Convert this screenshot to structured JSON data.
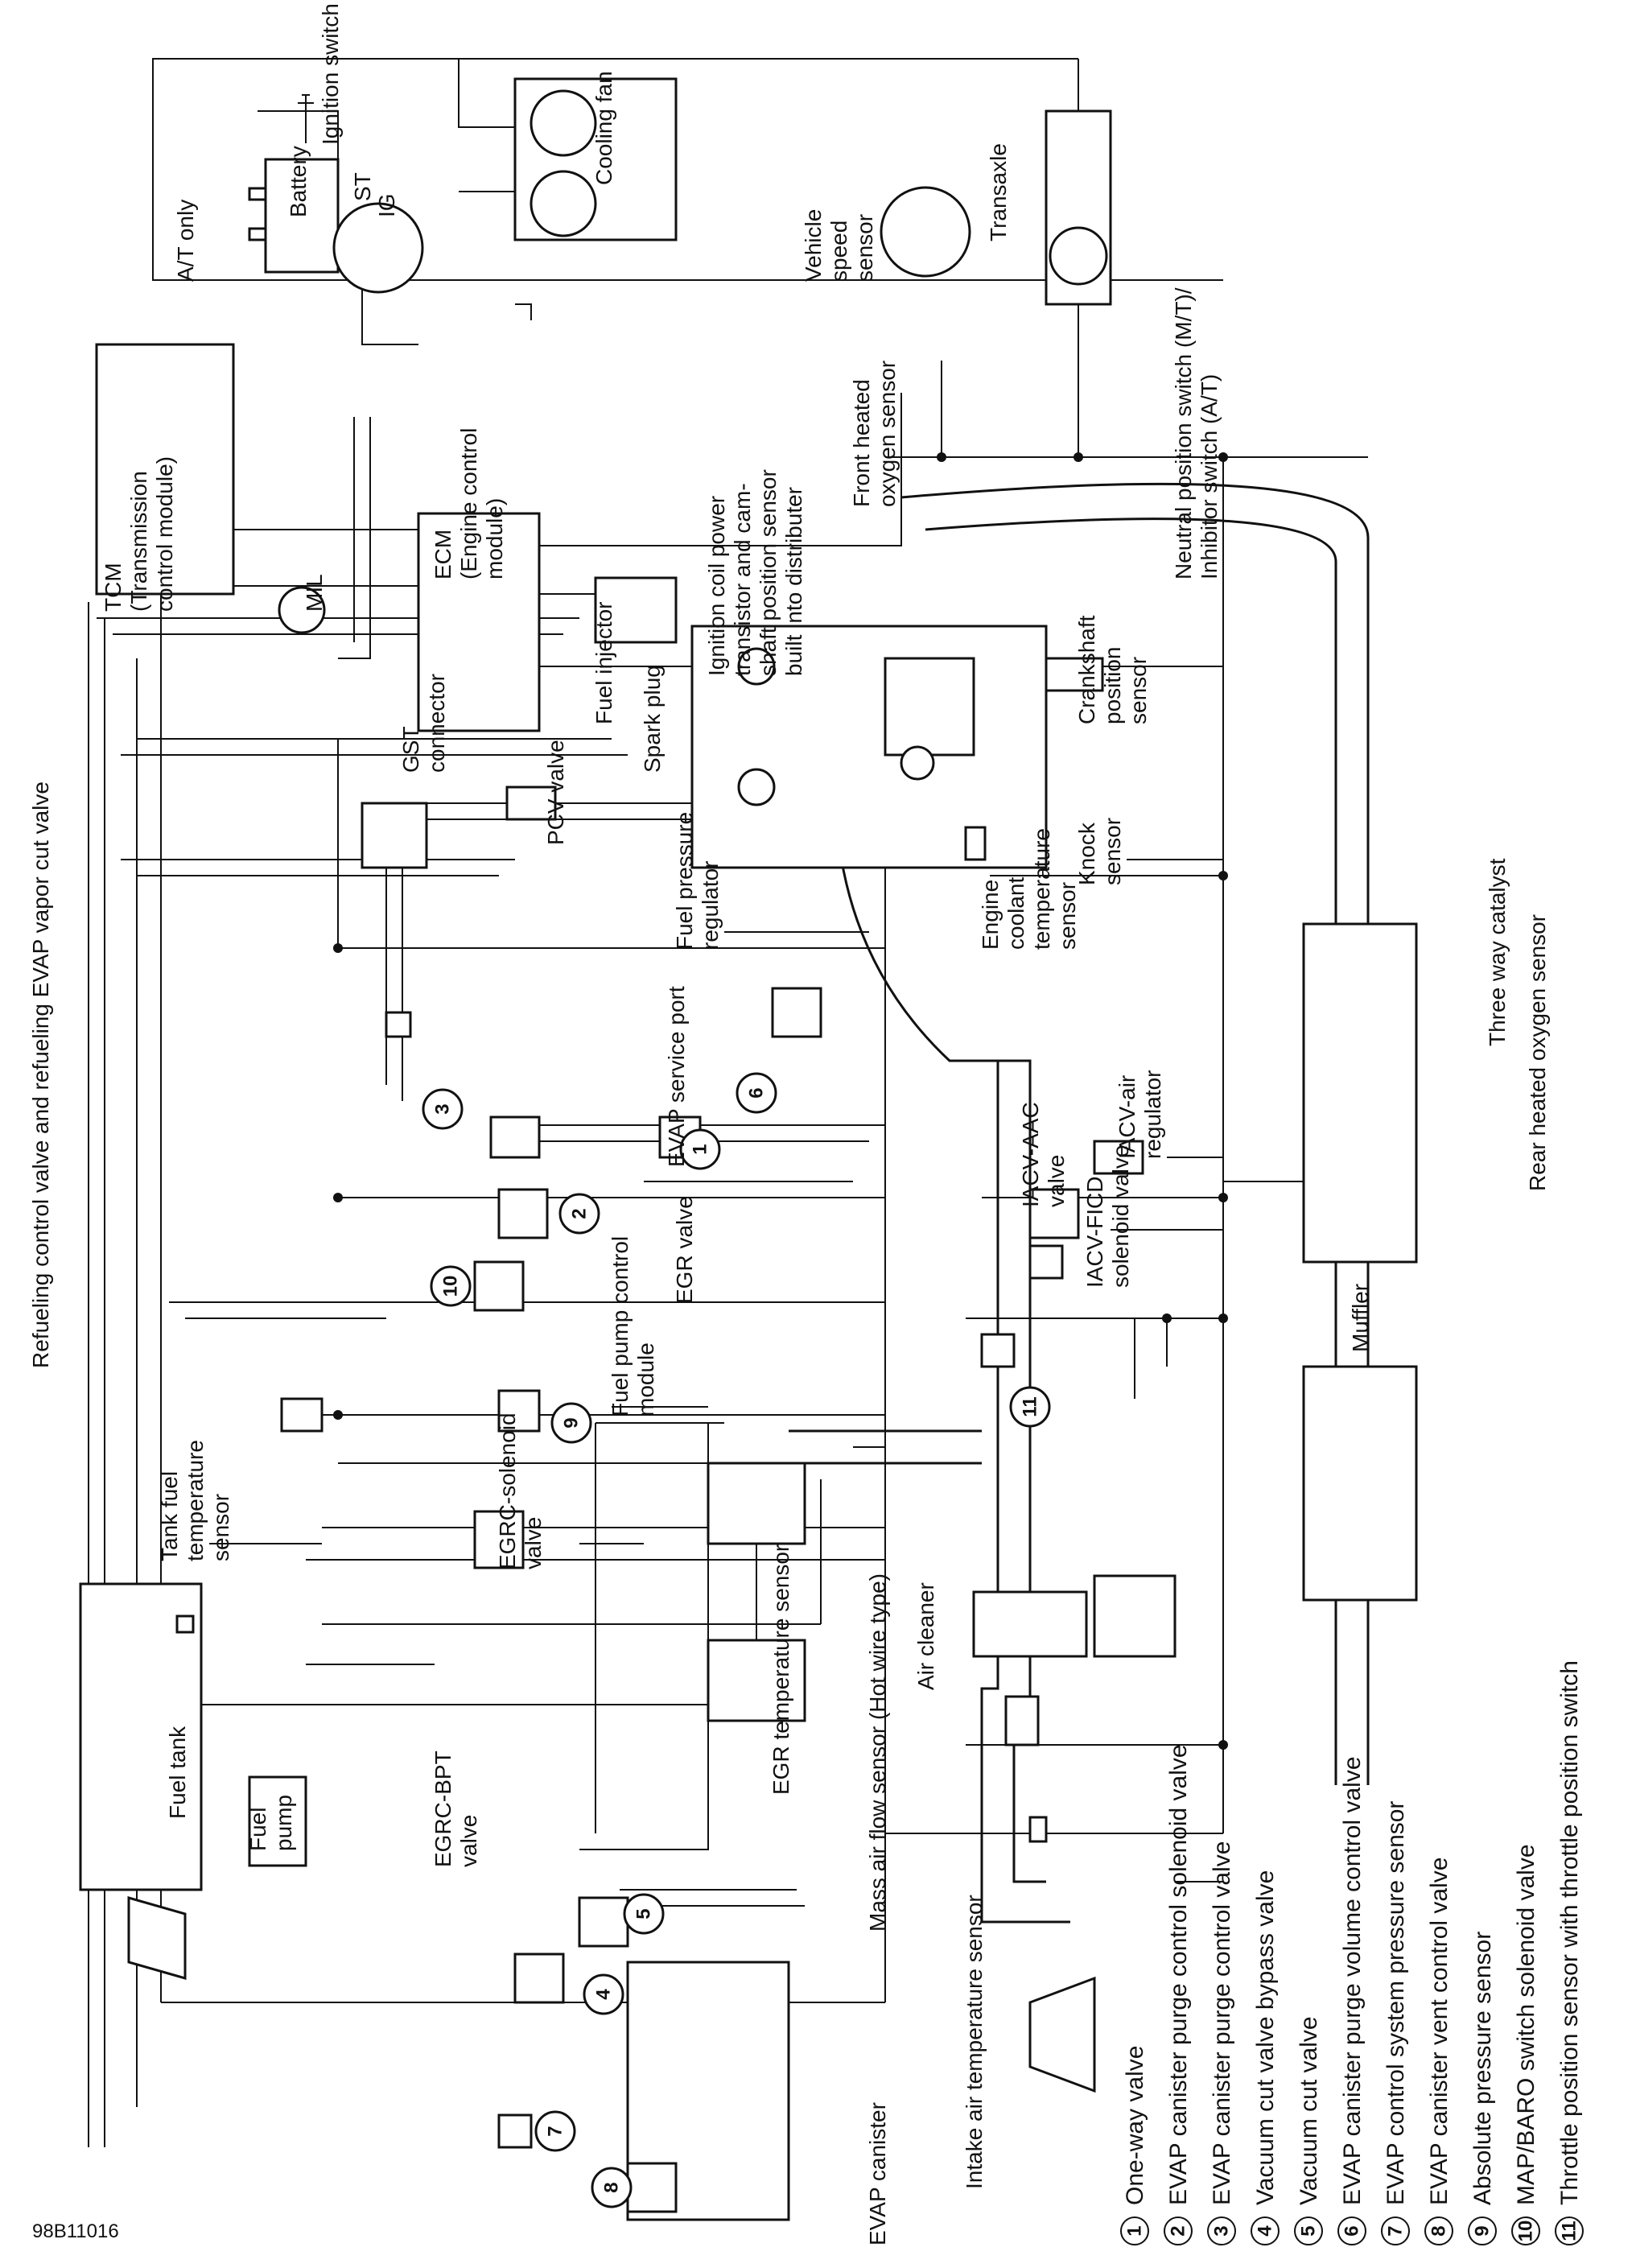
{
  "figure_code": "98B11016",
  "labels": {
    "tcm": "TCM\n(Transmission\ncontrol module)",
    "at_only": "A/T only",
    "battery": "Battery",
    "ignition_switch": "Ignition switch",
    "st": "ST",
    "ig": "IG",
    "cooling_fan": "Cooling fan",
    "vehicle_speed_sensor": "Vehicle\nspeed\nsensor",
    "transaxle": "Transaxle",
    "neutral_switch": "Neutral position switch (M/T)/\nInhibitor switch (A/T)",
    "mil": "MIL",
    "ecm": "ECM\n(Engine control\nmodule)",
    "ignition_coil": "Ignition coil power\ntransistor and cam-\nshaft position sensor\nbuilt into distributer",
    "front_o2": "Front heated\noxygen sensor",
    "gst_connector": "GST\nconnector",
    "fuel_injector": "Fuel injector",
    "spark_plug": "Spark plug",
    "pcv_valve": "PCV valve",
    "crankshaft_sensor": "Crankshaft\nposition\nsensor",
    "knock_sensor": "Knock\nsensor",
    "three_way_catalyst": "Three way catalyst",
    "rear_o2": "Rear heated oxygen sensor",
    "evap_service_port": "EVAP service port",
    "fuel_pressure_regulator": "Fuel pressure\nregulator",
    "engine_coolant_sensor": "Engine\ncoolant\ntemperature\nsensor",
    "iacv_air_regulator": "IACV-air\nregulator",
    "iacv_aac": "IACV-AAC\nvalve",
    "iacv_ficd": "IACV-FICD\nsolenoid valve",
    "muffler": "Muffler",
    "refueling_valve": "Refueling control valve and refueling EVAP vapor cut valve",
    "fuel_pump_control_module": "Fuel pump control\nmodule",
    "egr_valve": "EGR valve",
    "tank_fuel_temp": "Tank fuel\ntemperature\nsensor",
    "egrc_solenoid": "EGRC-solenoid\nvalve",
    "fuel_tank": "Fuel tank",
    "fuel_pump": "Fuel\npump",
    "egrc_bpt": "EGRC-BPT\nvalve",
    "egr_temp_sensor": "EGR temperature sensor",
    "maf_sensor": "Mass air flow sensor (Hot wire type)",
    "air_cleaner": "Air cleaner",
    "intake_air_temp": "Intake air temperature sensor",
    "evap_canister": "EVAP canister"
  },
  "legend": [
    {
      "num": "1",
      "text": "One-way valve"
    },
    {
      "num": "2",
      "text": "EVAP canister purge control solenoid valve"
    },
    {
      "num": "3",
      "text": "EVAP canister purge control valve"
    },
    {
      "num": "4",
      "text": "Vacuum cut valve bypass valve"
    },
    {
      "num": "5",
      "text": "Vacuum cut valve"
    },
    {
      "num": "6",
      "text": "EVAP canister purge volume control valve"
    },
    {
      "num": "7",
      "text": "EVAP control system pressure sensor"
    },
    {
      "num": "8",
      "text": "EVAP canister vent control valve"
    },
    {
      "num": "9",
      "text": "Absolute pressure sensor"
    },
    {
      "num": "10",
      "text": "MAP/BARO switch solenoid valve"
    },
    {
      "num": "11",
      "text": "Throttle position sensor with throttle position switch"
    }
  ]
}
